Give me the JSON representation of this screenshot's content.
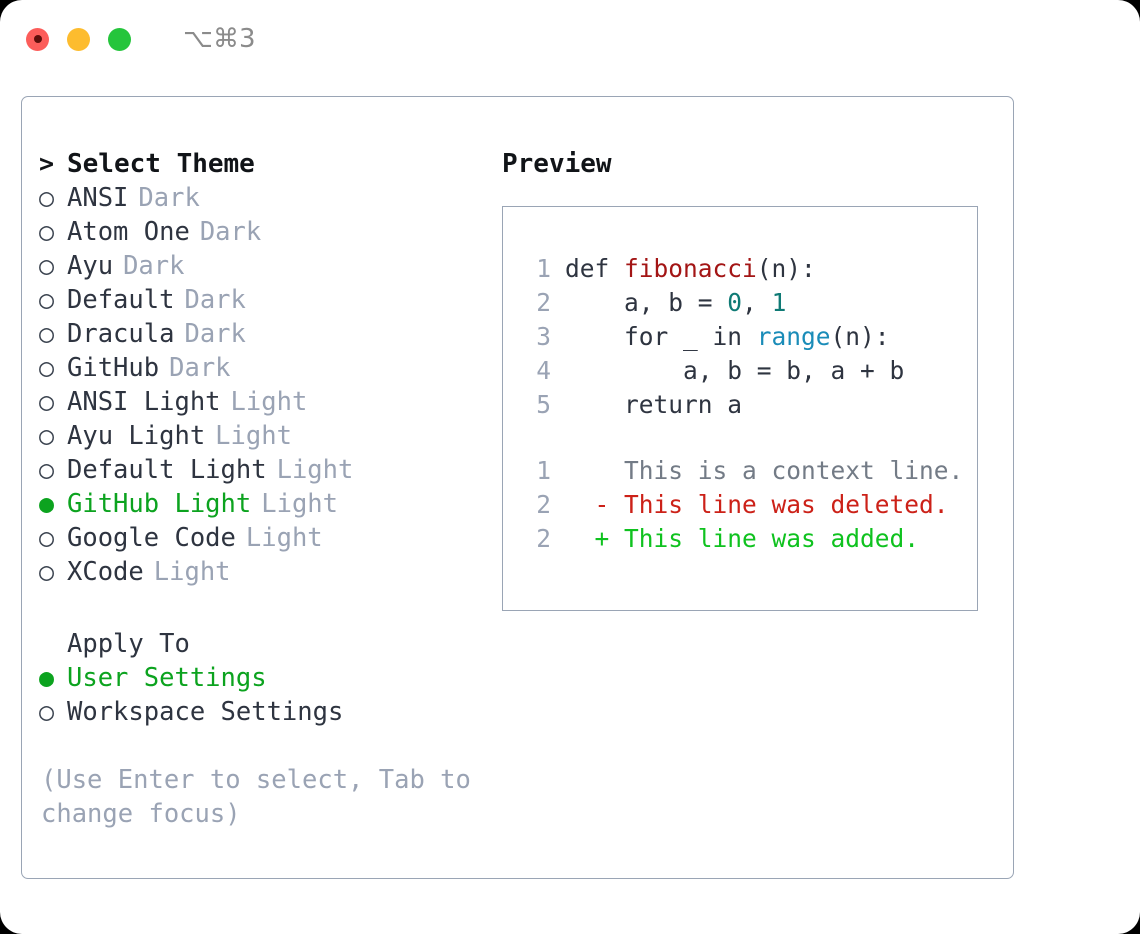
{
  "window": {
    "shortcut": "⌥⌘3",
    "traffic_lights": [
      "close-red",
      "minimize-yellow",
      "zoom-green"
    ],
    "colors": {
      "selection_green": "#0ca31f",
      "diff_add_green": "#0fc21f",
      "diff_del_red": "#cc2118",
      "func_red": "#a31515",
      "num_teal": "#0f7a75",
      "call_blue": "#1a8cb8",
      "muted_gray": "#9aa3b4",
      "border_gray": "#9aa5b5"
    }
  },
  "theme_picker": {
    "caret": ">",
    "title": "Select Theme",
    "marker_selected": "●",
    "marker_unselected": "○",
    "items": [
      {
        "name": "ANSI",
        "tag": "Dark",
        "selected": false
      },
      {
        "name": "Atom One",
        "tag": "Dark",
        "selected": false
      },
      {
        "name": "Ayu",
        "tag": "Dark",
        "selected": false
      },
      {
        "name": "Default",
        "tag": "Dark",
        "selected": false
      },
      {
        "name": "Dracula",
        "tag": "Dark",
        "selected": false
      },
      {
        "name": "GitHub",
        "tag": "Dark",
        "selected": false
      },
      {
        "name": "ANSI Light",
        "tag": "Light",
        "selected": false
      },
      {
        "name": "Ayu Light",
        "tag": "Light",
        "selected": false
      },
      {
        "name": "Default Light",
        "tag": "Light",
        "selected": false
      },
      {
        "name": "GitHub Light",
        "tag": "Light",
        "selected": true
      },
      {
        "name": "Google Code",
        "tag": "Light",
        "selected": false
      },
      {
        "name": "XCode",
        "tag": "Light",
        "selected": false
      }
    ]
  },
  "apply_to": {
    "title": "Apply To",
    "options": [
      {
        "label": "User Settings",
        "selected": true
      },
      {
        "label": "Workspace Settings",
        "selected": false
      }
    ]
  },
  "hint": "(Use Enter to select, Tab to change focus)",
  "preview": {
    "title": "Preview",
    "code": [
      {
        "num": "1",
        "indent": "",
        "parts": [
          {
            "t": "def ",
            "c": "code-text"
          },
          {
            "t": "fibonacci",
            "c": "tok-func"
          },
          {
            "t": "(n):",
            "c": "code-text"
          }
        ]
      },
      {
        "num": "2",
        "indent": "    ",
        "parts": [
          {
            "t": "a, b = ",
            "c": "code-text"
          },
          {
            "t": "0",
            "c": "tok-num"
          },
          {
            "t": ", ",
            "c": "code-text"
          },
          {
            "t": "1",
            "c": "tok-num"
          }
        ]
      },
      {
        "num": "3",
        "indent": "    ",
        "parts": [
          {
            "t": "for _ in ",
            "c": "code-text"
          },
          {
            "t": "range",
            "c": "tok-call"
          },
          {
            "t": "(n):",
            "c": "code-text"
          }
        ]
      },
      {
        "num": "4",
        "indent": "        ",
        "parts": [
          {
            "t": "a, b = b, a + b",
            "c": "code-text"
          }
        ]
      },
      {
        "num": "5",
        "indent": "    ",
        "parts": [
          {
            "t": "return a",
            "c": "code-text"
          }
        ]
      }
    ],
    "diff": [
      {
        "num": "1",
        "sign": " ",
        "text": "This is a context line.",
        "cls": "diff-ctx"
      },
      {
        "num": "2",
        "sign": "-",
        "text": "This line was deleted.",
        "cls": "diff-del"
      },
      {
        "num": "2",
        "sign": "+",
        "text": "This line was added.",
        "cls": "diff-add"
      }
    ]
  }
}
